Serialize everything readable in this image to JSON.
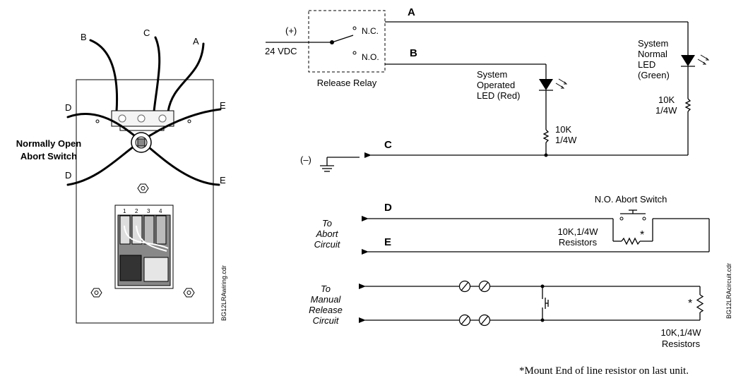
{
  "wiring": {
    "wire_b": "B",
    "wire_c": "C",
    "wire_a": "A",
    "wire_d_top": "D",
    "wire_e_top": "E",
    "wire_d_bottom": "D",
    "wire_e_bottom": "E",
    "abort_switch_label_1": "Normally Open",
    "abort_switch_label_2": "Abort Switch",
    "terminal_1": "1",
    "terminal_2": "2",
    "terminal_3": "3",
    "terminal_4": "4",
    "file_name": "BG12LRAwiring.cdr"
  },
  "circuit": {
    "supply_polarity": "(+)",
    "supply_voltage": "24  VDC",
    "relay_nc": "N.C.",
    "relay_no": "N.O.",
    "relay_label": "Release  Relay",
    "line_a": "A",
    "line_b": "B",
    "line_c": "C",
    "ground_label": "(–)",
    "red_led_line1": "System",
    "red_led_line2": "Operated",
    "red_led_line3": "LED  (Red)",
    "green_led_line1": "System",
    "green_led_line2": "Normal",
    "green_led_line3": "LED",
    "green_led_line4": "(Green)",
    "resistor_green_line1": "10K",
    "resistor_green_line2": "1/4W",
    "resistor_red_line1": "10K",
    "resistor_red_line2": "1/4W",
    "line_d": "D",
    "line_e": "E",
    "abort_switch_label": "N.O.  Abort  Switch",
    "abort_resistor_line1": "10K,1/4W",
    "abort_resistor_line2": "Resistors",
    "abort_asterisk": "*",
    "abort_circuit_line1": "To",
    "abort_circuit_line2": "Abort",
    "abort_circuit_line3": "Circuit",
    "manual_circuit_line1": "To",
    "manual_circuit_line2": "Manual",
    "manual_circuit_line3": "Release",
    "manual_circuit_line4": "Circuit",
    "manual_asterisk": "*",
    "manual_resistor_line1": "10K,1/4W",
    "manual_resistor_line2": "Resistors",
    "file_name": "BG12LRAcircuit.cdr",
    "footnote": "*Mount End of line resistor on last unit."
  }
}
